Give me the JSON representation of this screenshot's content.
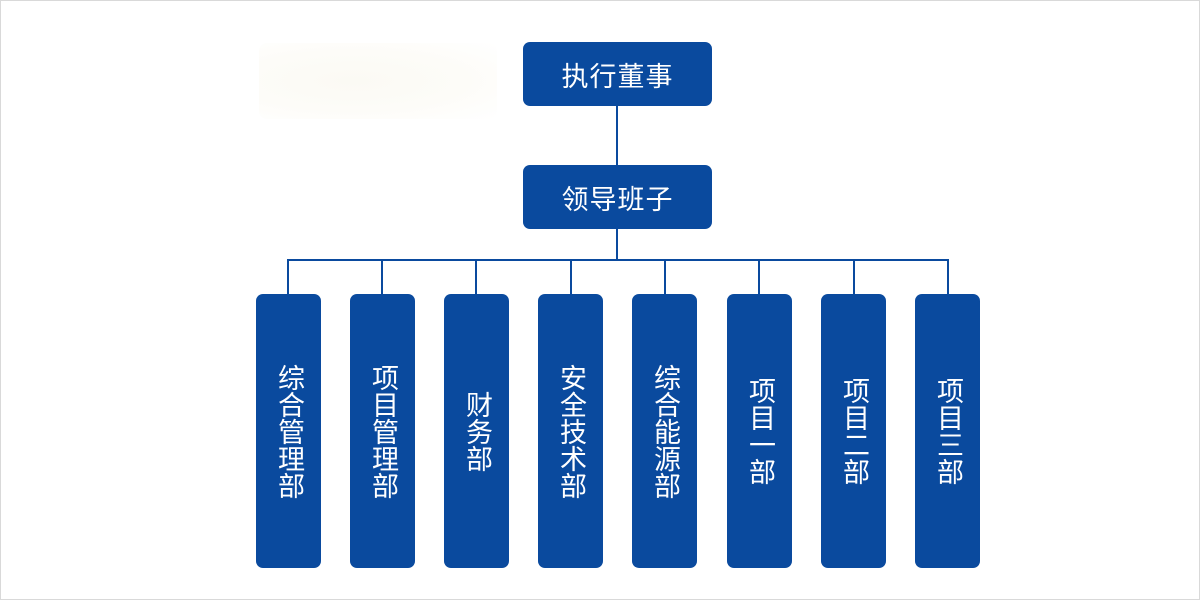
{
  "chart": {
    "top": "执行董事",
    "middle": "领导班子",
    "departments": [
      "综合管理部",
      "项目管理部",
      "财务部",
      "安全技术部",
      "综合能源部",
      "项目一部",
      "项目二部",
      "项目三部"
    ]
  },
  "colors": {
    "node_fill": "#0a4a9e",
    "node_text": "#ffffff",
    "connector": "#0a4a9e",
    "background": "#ffffff"
  }
}
